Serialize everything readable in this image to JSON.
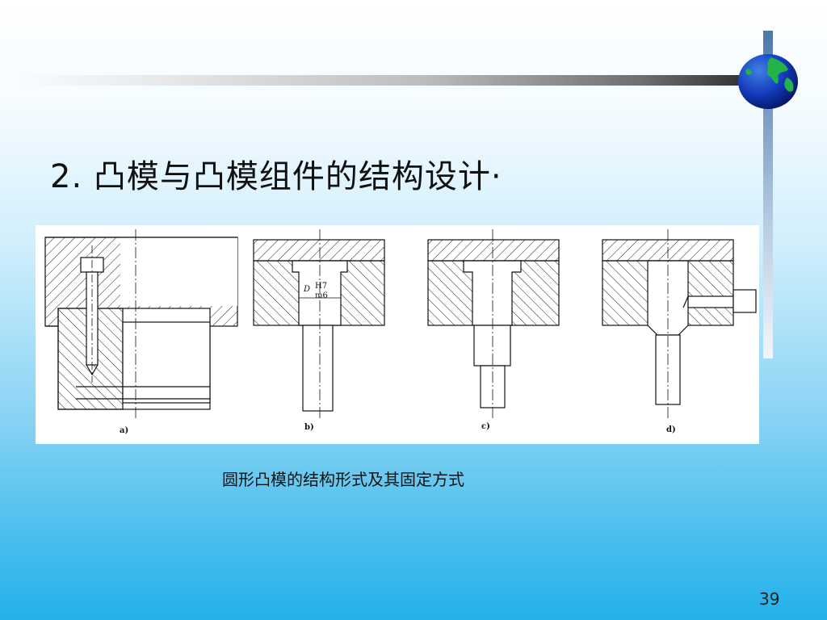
{
  "slide": {
    "title": "2. 凸模与凸模组件的结构设计·",
    "caption": "圆形凸模的结构形式及其固定方式",
    "page_number": "39"
  },
  "figure": {
    "sublabels": [
      "a)",
      "b)",
      "c)",
      "d)"
    ],
    "dimension_symbol": "D",
    "fit_upper": "H7",
    "fit_lower": "m6"
  },
  "icons": {
    "globe": "globe-icon"
  }
}
